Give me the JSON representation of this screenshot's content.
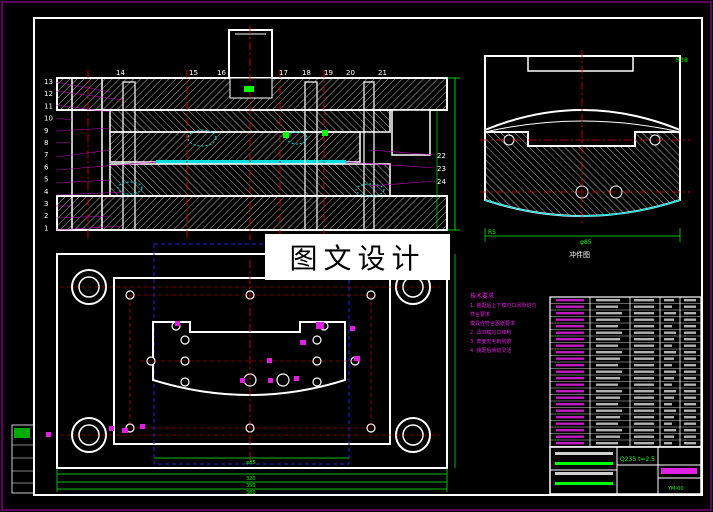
{
  "drawing": {
    "part_view_label": "冲件图",
    "watermark": "图文设计",
    "material_spec": "Q235 t=2.5",
    "drawing_number": "YM-00"
  },
  "part_numbers_left": [
    "13",
    "12",
    "11",
    "10",
    "9",
    "8",
    "7",
    "6",
    "5",
    "4",
    "3",
    "2",
    "1"
  ],
  "part_numbers_top": [
    "14",
    "15",
    "16",
    "17",
    "18",
    "19",
    "20",
    "21"
  ],
  "part_numbers_right": [
    "22",
    "23",
    "24"
  ],
  "tech_requirements": {
    "title": "技术要求",
    "lines": [
      "1. 装配后上下模刃口间隙均匀",
      "符合要求",
      "模具应符合图纸要求",
      "2. 凸凹模刃口锋利",
      "3. 表面无毛刺划痕",
      "4. 装配后滑动灵活"
    ]
  },
  "dimensions": {
    "plan_inner_width": "φ85",
    "plan_width_1": "320",
    "plan_width_2": "350",
    "plan_width_3": "380",
    "part_width": "φ85",
    "part_left": "R5",
    "part_radius": "R38"
  }
}
